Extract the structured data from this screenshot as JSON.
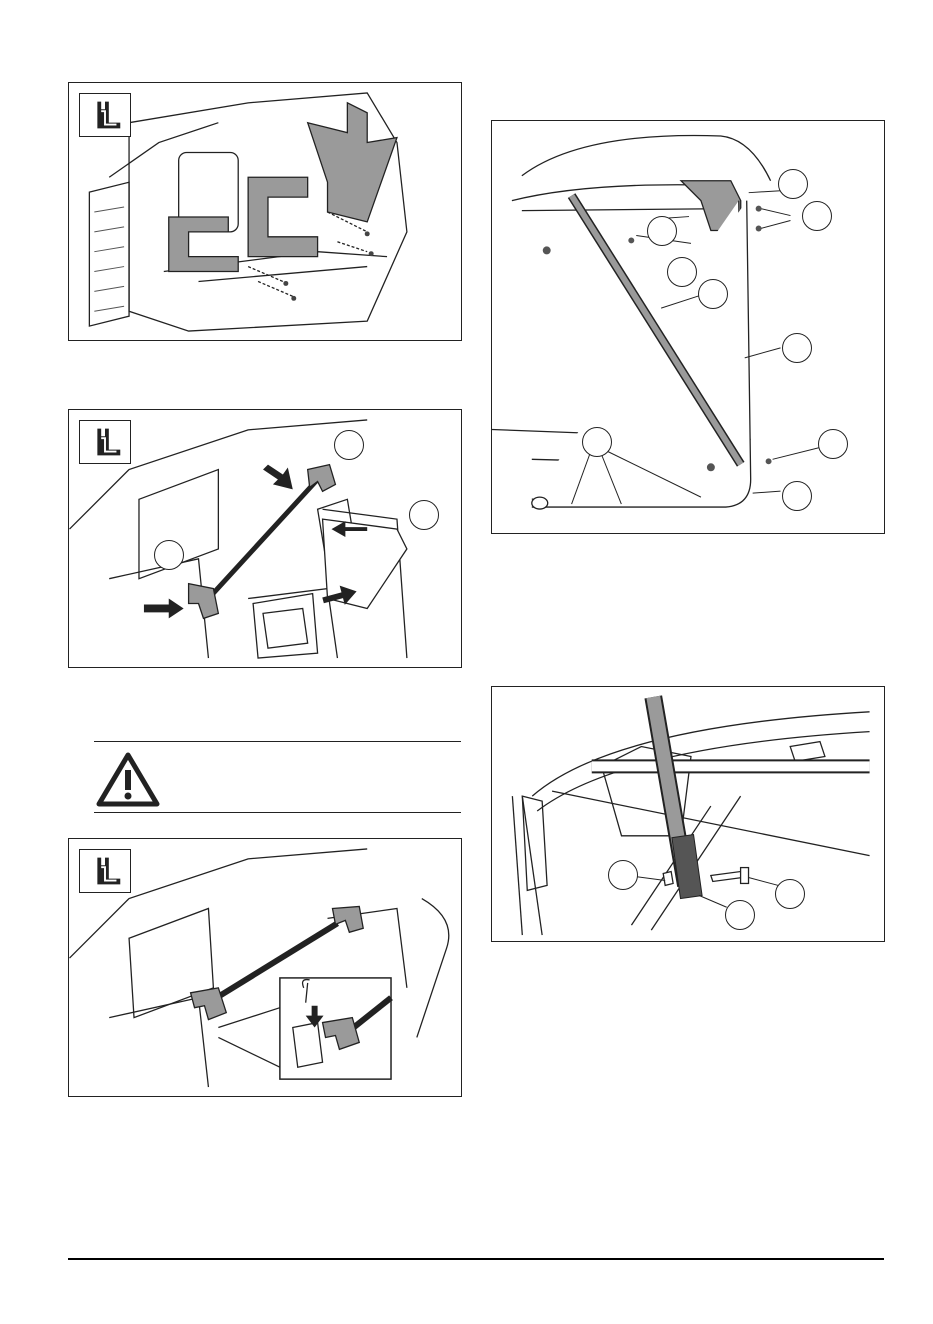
{
  "page": {
    "figures": [
      {
        "id": "fig-1",
        "icon": "wrench-tool-icon",
        "callouts": 0
      },
      {
        "id": "fig-2",
        "icon": "wrench-tool-icon",
        "callouts": 3
      },
      {
        "id": "fig-3",
        "icon": "wrench-tool-icon",
        "callouts": 0
      },
      {
        "id": "fig-4",
        "icon": "none",
        "callouts": 9
      },
      {
        "id": "fig-5",
        "icon": "none",
        "callouts": 3
      }
    ],
    "warning": {
      "icon": "warning-triangle-icon"
    },
    "colors": {
      "line": "#222222",
      "fill_gray": "#9a9a9a",
      "dark": "#333333"
    }
  }
}
